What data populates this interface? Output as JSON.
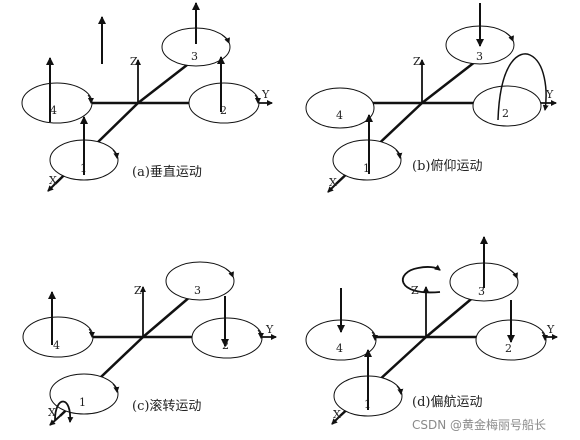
{
  "colors": {
    "stroke": "#111111",
    "text": "#222222",
    "watermark": "#8a8a8a",
    "background": "#ffffff"
  },
  "axis_labels": {
    "x": "X",
    "y": "Y",
    "z": "Z"
  },
  "panels": [
    {
      "id": "a",
      "caption": "(a)垂直运动",
      "rotor_labels": [
        "1",
        "2",
        "3",
        "4"
      ]
    },
    {
      "id": "b",
      "caption": "(b)俯仰运动",
      "rotor_labels": [
        "1",
        "2",
        "3",
        "4"
      ]
    },
    {
      "id": "c",
      "caption": "(c)滚转运动",
      "rotor_labels": [
        "1",
        "2",
        "3",
        "4"
      ]
    },
    {
      "id": "d",
      "caption": "(d)偏航运动",
      "rotor_labels": [
        "1",
        "2",
        "3",
        "4"
      ]
    }
  ],
  "watermark": "CSDN @黄金梅丽号船长"
}
